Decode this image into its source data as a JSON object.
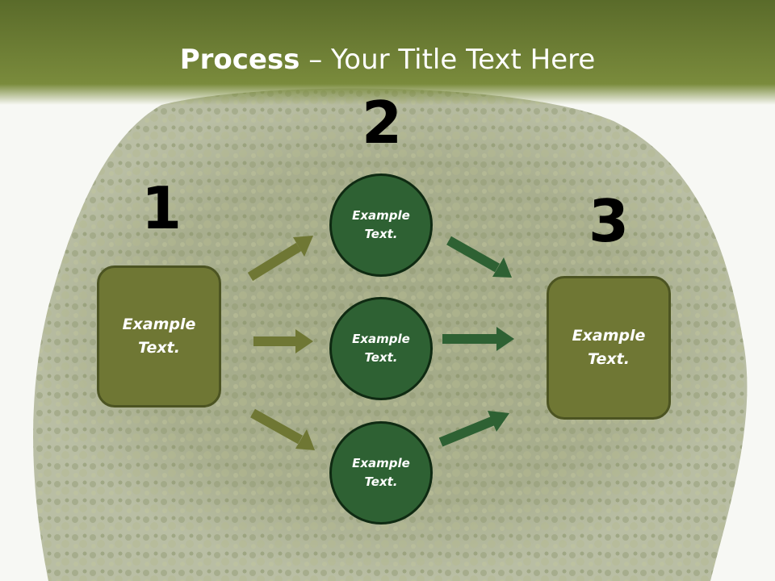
{
  "slide": {
    "title_bold": "Process",
    "title_rest": " – Your Title Text Here"
  },
  "steps": {
    "step1_number": "1",
    "step2_number": "2",
    "step3_number": "3"
  },
  "nodes": {
    "left_box": "Example Text.",
    "circle_top": "Example Text.",
    "circle_middle": "Example Text.",
    "circle_bottom": "Example Text.",
    "right_box": "Example Text."
  },
  "colors": {
    "title_bar": "#6b7b33",
    "box_fill": "#6f7734",
    "circle_fill": "#2e6133",
    "arrow_olive": "#6f7734",
    "arrow_green": "#2e6133"
  }
}
